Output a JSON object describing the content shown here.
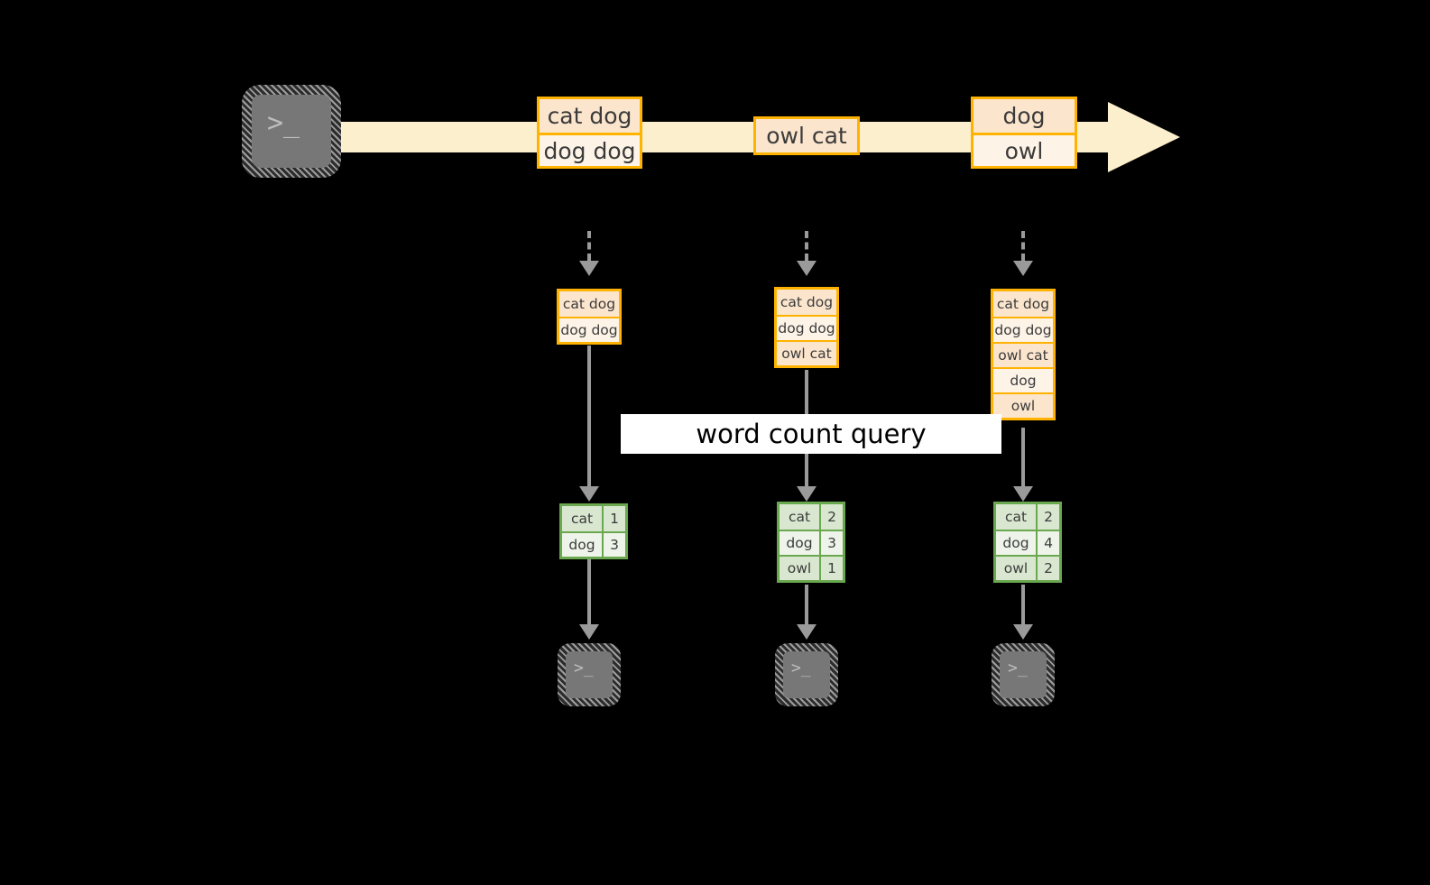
{
  "diagram": {
    "title_label": "word count query",
    "colors": {
      "stream_band": "#fcefcd",
      "record_border": "#ffb300",
      "record_fill_dark": "#fce5cd",
      "record_fill_light": "#fdf3e7",
      "result_border": "#6aa84f",
      "result_fill_dark": "#d9e7d0",
      "result_fill_light": "#eef4ea",
      "connector": "#9a9a9a",
      "terminal_fill": "#777777",
      "background": "#000000"
    },
    "terminal_glyph": ">_",
    "stream": {
      "source_icon": "terminal-icon",
      "events": [
        {
          "lines": [
            "cat dog",
            "dog dog"
          ]
        },
        {
          "lines": [
            "owl cat"
          ]
        },
        {
          "lines": [
            "dog",
            "owl"
          ]
        }
      ]
    },
    "snapshots": [
      {
        "input_lines": [
          "cat dog",
          "dog dog"
        ],
        "results": [
          {
            "word": "cat",
            "count": "1"
          },
          {
            "word": "dog",
            "count": "3"
          }
        ]
      },
      {
        "input_lines": [
          "cat dog",
          "dog dog",
          "owl cat"
        ],
        "results": [
          {
            "word": "cat",
            "count": "2"
          },
          {
            "word": "dog",
            "count": "3"
          },
          {
            "word": "owl",
            "count": "1"
          }
        ]
      },
      {
        "input_lines": [
          "cat dog",
          "dog dog",
          "owl cat",
          "dog",
          "owl"
        ],
        "results": [
          {
            "word": "cat",
            "count": "2"
          },
          {
            "word": "dog",
            "count": "4"
          },
          {
            "word": "owl",
            "count": "2"
          }
        ]
      }
    ]
  }
}
